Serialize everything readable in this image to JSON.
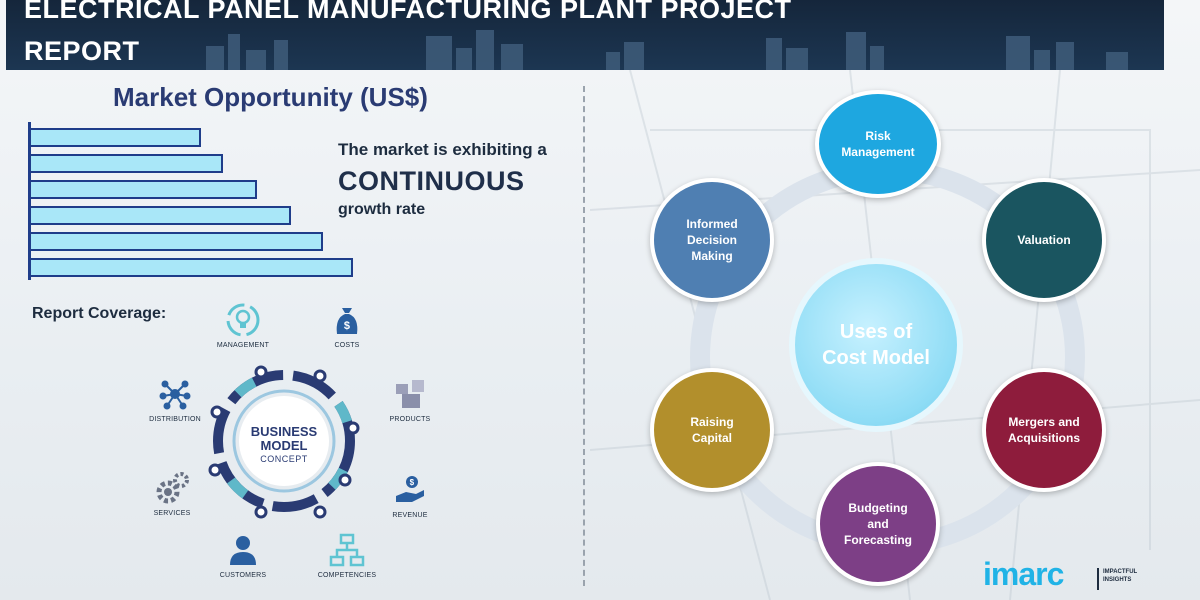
{
  "header": {
    "title_line1": "ELECTRICAL PANEL MANUFACTURING PLANT PROJECT",
    "title_line2": "REPORT"
  },
  "market": {
    "title": "Market Opportunity (US$)",
    "bar_values": [
      170,
      192,
      226,
      260,
      292,
      322
    ],
    "line1": "The market is exhibiting a",
    "line2": "CONTINUOUS",
    "line3": "growth rate"
  },
  "coverage": {
    "title": "Report Coverage:",
    "center_l1": "BUSINESS",
    "center_l2": "MODEL",
    "center_l3": "CONCEPT",
    "items": {
      "management": "MANAGEMENT",
      "costs": "COSTS",
      "distribution": "DISTRIBUTION",
      "products": "PRODUCTS",
      "services": "SERVICES",
      "revenue": "REVENUE",
      "customers": "CUSTOMERS",
      "competencies": "COMPETENCIES"
    }
  },
  "uses": {
    "center_l1": "Uses of",
    "center_l2": "Cost Model",
    "nodes": {
      "risk": {
        "l1": "Risk",
        "l2": "Management",
        "color": "#1ea7e0"
      },
      "valuation": {
        "l1": "Valuation",
        "color": "#1a5560"
      },
      "mergers": {
        "l1": "Mergers and",
        "l2": "Acquisitions",
        "color": "#8e1c3c"
      },
      "budgeting": {
        "l1": "Budgeting",
        "l2": "and",
        "l3": "Forecasting",
        "color": "#7d3f86"
      },
      "raising": {
        "l1": "Raising",
        "l2": "Capital",
        "color": "#b28f2c"
      },
      "informed": {
        "l1": "Informed",
        "l2": "Decision",
        "l3": "Making",
        "color": "#4f7fb2"
      }
    }
  },
  "logo": {
    "name": "imarc",
    "tag1": "IMPACTFUL",
    "tag2": "INSIGHTS"
  },
  "colors": {
    "navy": "#2a3b73",
    "bar_fill": "#a9e7f8",
    "bar_border": "#1f3d8a",
    "accent": "#20b3e6"
  }
}
